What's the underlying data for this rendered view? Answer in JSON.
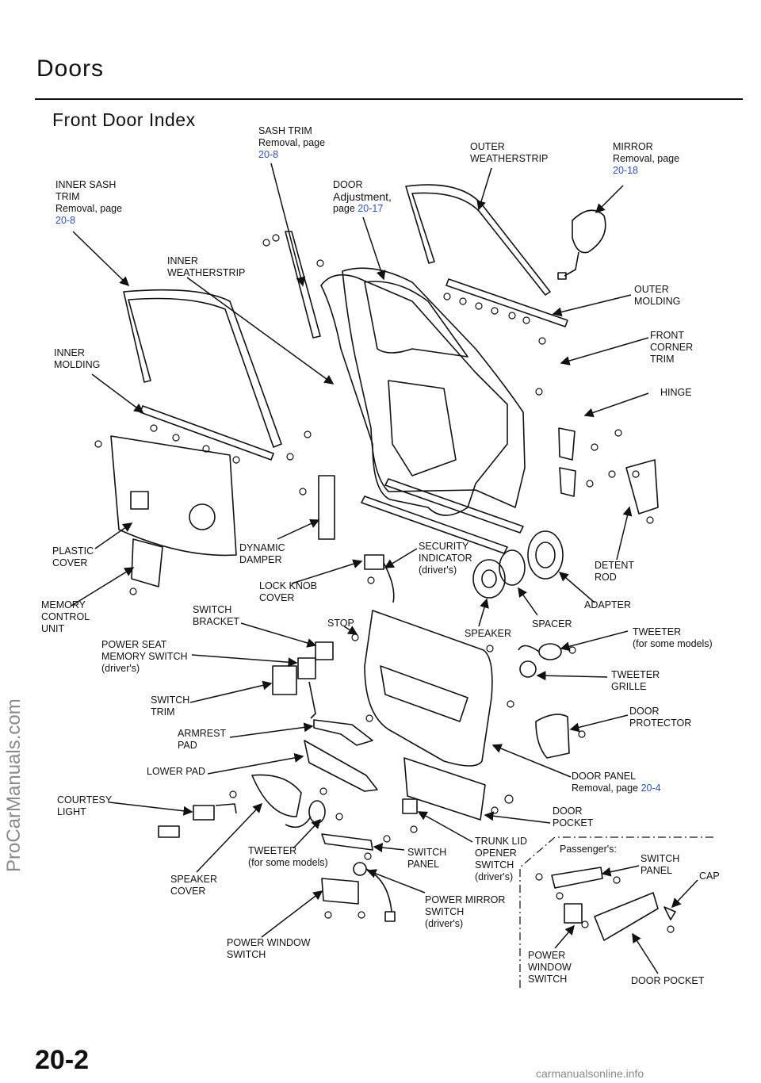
{
  "page": {
    "title": "Doors",
    "subtitle": "Front Door Index",
    "page_number": "20-2",
    "watermark": "ProCarManuals.com",
    "footer": "carmanualsonline.info"
  },
  "labels": {
    "sash_trim": {
      "l1": "SASH  TRIM",
      "l2": "Removal,  page",
      "link": "20-8"
    },
    "outer_weatherstrip": {
      "l1": "OUTER",
      "l2": "WEATHERSTRIP"
    },
    "mirror": {
      "l1": "MIRROR",
      "l2": "Removal,  page",
      "link": "20-18"
    },
    "inner_sash_trim": {
      "l1": "INNER  SASH",
      "l2": "TRIM",
      "l3": "Removal,  page",
      "link": "20-8"
    },
    "door": {
      "l1": "DOOR",
      "l2": "Adjustment,",
      "l3": "page",
      "link": "20-17"
    },
    "inner_weatherstrip": {
      "l1": "INNER",
      "l2": "WEATHERSTRIP"
    },
    "outer_molding": {
      "l1": "OUTER",
      "l2": "MOLDING"
    },
    "inner_molding": {
      "l1": "INNER",
      "l2": "MOLDING"
    },
    "front_corner_trim": {
      "l1": "FRONT",
      "l2": "CORNER",
      "l3": "TRIM"
    },
    "hinge": {
      "l1": "HINGE"
    },
    "plastic_cover": {
      "l1": "PLASTIC",
      "l2": "COVER"
    },
    "dynamic_damper": {
      "l1": "DYNAMIC",
      "l2": "DAMPER"
    },
    "security_indicator": {
      "l1": "SECURITY",
      "l2": "INDICATOR",
      "l3": "(driver's)"
    },
    "detent_rod": {
      "l1": "DETENT",
      "l2": "ROD"
    },
    "memory_control_unit": {
      "l1": "MEMORY",
      "l2": "CONTROL",
      "l3": "UNIT"
    },
    "lock_knob_cover": {
      "l1": "LOCK  KNOB",
      "l2": "COVER"
    },
    "adapter": {
      "l1": "ADAPTER"
    },
    "switch_bracket": {
      "l1": "SWITCH",
      "l2": "BRACKET"
    },
    "stop": {
      "l1": "STOP"
    },
    "speaker": {
      "l1": "SPEAKER"
    },
    "spacer": {
      "l1": "SPACER"
    },
    "tweeter_top": {
      "l1": "TWEETER",
      "l2": "(for  some  models)"
    },
    "power_seat_memory_switch": {
      "l1": "POWER  SEAT",
      "l2": "MEMORY  SWITCH",
      "l3": "(driver's)"
    },
    "tweeter_grille": {
      "l1": "TWEETER",
      "l2": "GRILLE"
    },
    "switch_trim": {
      "l1": "SWITCH",
      "l2": "TRIM"
    },
    "door_protector": {
      "l1": "DOOR",
      "l2": "PROTECTOR"
    },
    "armrest_pad": {
      "l1": "ARMREST",
      "l2": "PAD"
    },
    "lower_pad": {
      "l1": "LOWER  PAD"
    },
    "door_panel": {
      "l1": "DOOR  PANEL",
      "l2": "Removal,  page",
      "link": "20-4"
    },
    "courtesy_light": {
      "l1": "COURTESY",
      "l2": "LIGHT"
    },
    "door_pocket": {
      "l1": "DOOR",
      "l2": "POCKET"
    },
    "trunk_lid_opener_switch": {
      "l1": "TRUNK  LID",
      "l2": "OPENER",
      "l3": "SWITCH",
      "l4": "(driver's)"
    },
    "tweeter_bottom": {
      "l1": "TWEETER",
      "l2": "(for  some  models)"
    },
    "switch_panel": {
      "l1": "SWITCH",
      "l2": "PANEL"
    },
    "speaker_cover": {
      "l1": "SPEAKER",
      "l2": "COVER"
    },
    "power_mirror_switch": {
      "l1": "POWER  MIRROR",
      "l2": "SWITCH",
      "l3": "(driver's)"
    },
    "power_window_switch": {
      "l1": "POWER  WINDOW",
      "l2": "SWITCH"
    },
    "passenger": {
      "title": "Passenger's:",
      "switch_panel_l1": "SWITCH",
      "switch_panel_l2": "PANEL",
      "cap": "CAP",
      "pw_l1": "POWER",
      "pw_l2": "WINDOW",
      "pw_l3": "SWITCH",
      "door_pocket": "DOOR  POCKET"
    }
  },
  "colors": {
    "link": "#2f4fb8",
    "watermark": "#8a8a8a"
  }
}
